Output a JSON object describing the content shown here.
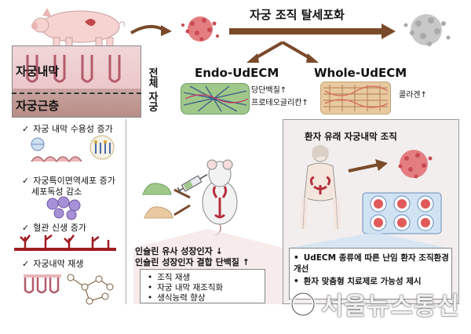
{
  "top": {
    "process_title": "자궁 조직 탈세포화",
    "uterus_layers": {
      "endometrium": "자궁내막",
      "myometrium": "자궁근층",
      "whole_uterus": "전체 자궁"
    },
    "endo": {
      "name": "Endo-UdECM",
      "note1": "당단백질↑",
      "note2": "프로테오글리칸↑"
    },
    "whole": {
      "name": "Whole-UdECM",
      "note": "콜라겐↑"
    }
  },
  "left": {
    "items": [
      "자궁 내막 수용성 증가",
      "자궁특이면역세포 증가",
      "세포독성 감소",
      "혈관 신생 증가",
      "자궁내막 재생"
    ]
  },
  "middle": {
    "factor1": "인슐린 유사 성장인자 ↓",
    "factor2": "인슐린 성장인자 결합 단백질 ↑",
    "results": [
      "조직 재생",
      "자궁 내막 재조직화",
      "생식능력 향상"
    ]
  },
  "right": {
    "title": "환자 유래 자궁내막 조직",
    "bullets": [
      "UdECM 종류에 따른 난임 환자 조직환경 개선",
      "환자 맞춤형 치료제로 가능성 제시"
    ]
  },
  "watermark": "서울뉴스통신",
  "colors": {
    "tissue_pink": "#d9a0a8",
    "endo_green": "#9fc88a",
    "whole_tan": "#e8c9a0",
    "arrow_brown": "#7a4a2a",
    "panel_bg_right": "#f3eeee"
  }
}
